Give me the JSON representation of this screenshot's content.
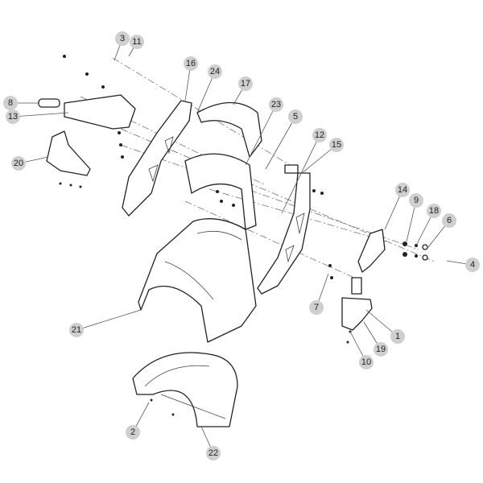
{
  "diagram": {
    "type": "exploded parts diagram",
    "callouts": [
      "3",
      "11",
      "16",
      "24",
      "17",
      "23",
      "5",
      "12",
      "15",
      "8",
      "13",
      "20",
      "14",
      "9",
      "18",
      "6",
      "4",
      "7",
      "1",
      "19",
      "10",
      "21",
      "2",
      "22"
    ]
  },
  "colors": {
    "callout_fill": "#cfcfcf",
    "line": "#222222"
  }
}
